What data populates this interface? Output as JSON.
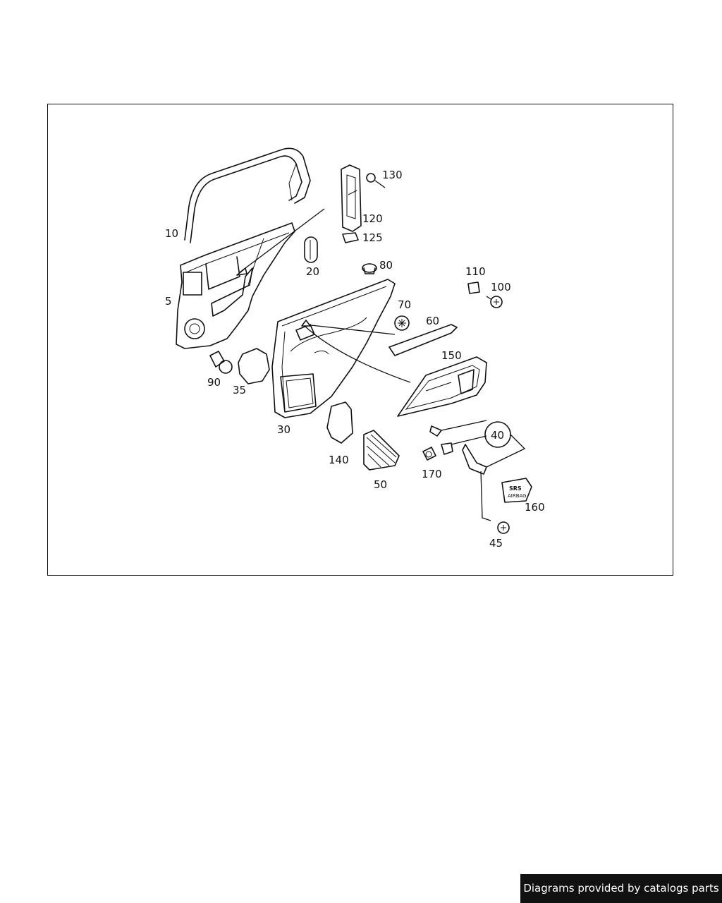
{
  "diagram": {
    "callouts": {
      "p5": "5",
      "p10": "10",
      "p20": "20",
      "p30": "30",
      "p35": "35",
      "p40": "40",
      "p45": "45",
      "p50": "50",
      "p60": "60",
      "p70": "70",
      "p80": "80",
      "p90": "90",
      "p100": "100",
      "p110": "110",
      "p120": "120",
      "p125": "125",
      "p130": "130",
      "p140": "140",
      "p150": "150",
      "p160": "160",
      "p170": "170"
    },
    "badge_text": {
      "line1": "SRS",
      "line2": "AIRBAG"
    }
  },
  "footer": {
    "credit": "Diagrams provided by catalogs parts"
  },
  "colors": {
    "line": "#111111",
    "background": "#ffffff",
    "banner": "#111111",
    "banner_text": "#ffffff"
  }
}
